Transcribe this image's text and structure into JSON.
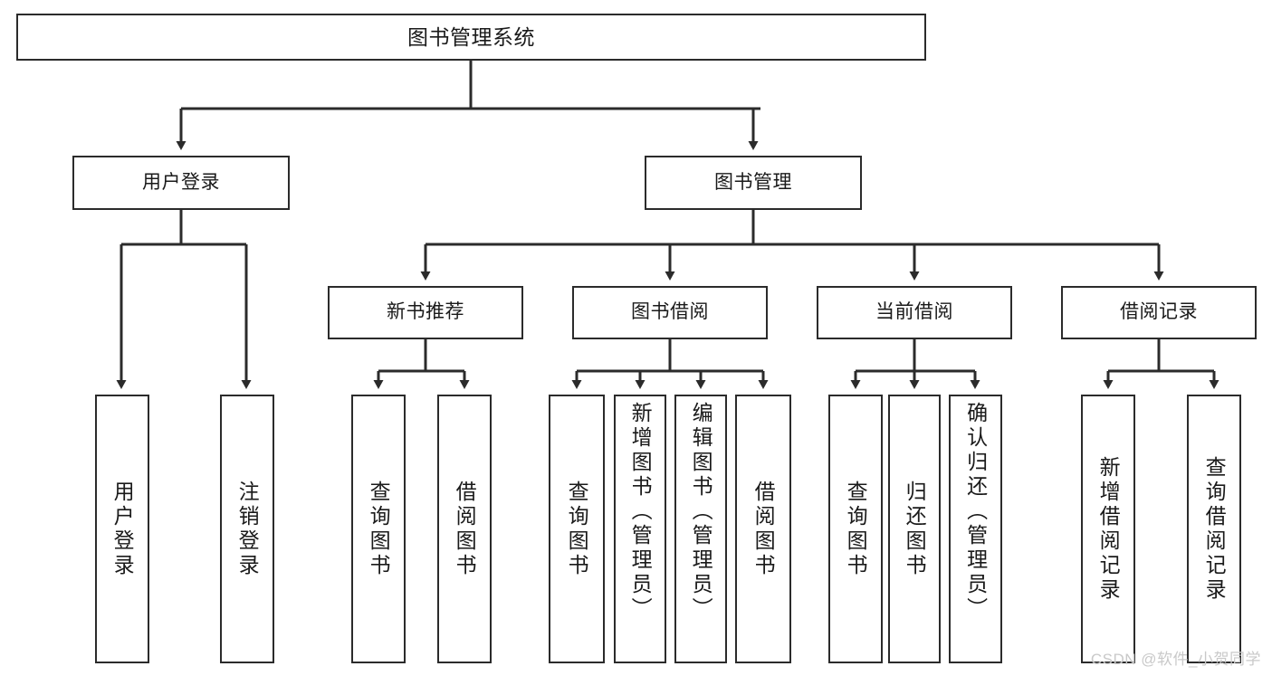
{
  "diagram": {
    "title": "图书管理系统",
    "root": {
      "id": "root",
      "label": "图书管理系统"
    },
    "level1": [
      {
        "id": "login",
        "label": "用户登录"
      },
      {
        "id": "book",
        "label": "图书管理"
      }
    ],
    "level2": [
      {
        "id": "newbook",
        "label": "新书推荐"
      },
      {
        "id": "borrow",
        "label": "图书借阅"
      },
      {
        "id": "current",
        "label": "当前借阅"
      },
      {
        "id": "record",
        "label": "借阅记录"
      }
    ],
    "leaves": {
      "login": [
        {
          "id": "a0",
          "label": "用户登录"
        },
        {
          "id": "a1",
          "label": "注销登录"
        }
      ],
      "newbook": [
        {
          "id": "b0",
          "label": "查询图书"
        },
        {
          "id": "b1",
          "label": "借阅图书"
        }
      ],
      "borrow": [
        {
          "id": "c0",
          "label": "查询图书"
        },
        {
          "id": "c1",
          "label": "新增图书（管理员）"
        },
        {
          "id": "c2",
          "label": "编辑图书（管理员）"
        },
        {
          "id": "c3",
          "label": "借阅图书"
        }
      ],
      "current": [
        {
          "id": "d0",
          "label": "查询图书"
        },
        {
          "id": "d1",
          "label": "归还图书"
        },
        {
          "id": "d2",
          "label": "确认归还（管理员）"
        }
      ],
      "record": [
        {
          "id": "e0",
          "label": "新增借阅记录"
        },
        {
          "id": "e1",
          "label": "查询借阅记录"
        }
      ]
    },
    "colors": {
      "stroke": "#2b2b2b",
      "background": "#ffffff",
      "text": "#1a1a1a",
      "watermark": "#c9c9c9"
    }
  },
  "watermark": {
    "text": "CSDN @软件_小贺同学"
  }
}
